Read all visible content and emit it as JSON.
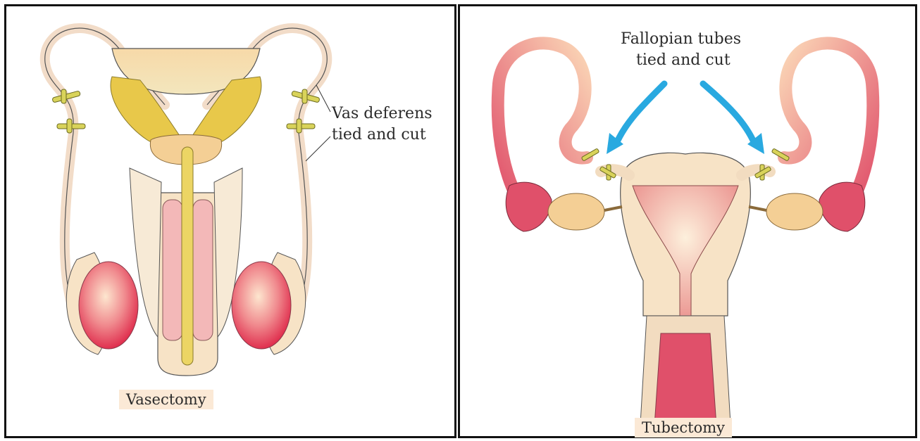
{
  "left_panel": {
    "label_line1": "Vas deferens",
    "label_line2": "tied and cut",
    "caption": "Vasectomy"
  },
  "right_panel": {
    "label_line1": "Fallopian tubes",
    "label_line2": "tied and cut",
    "caption": "Tubectomy"
  },
  "colors": {
    "skin": "#f7e3c6",
    "gland": "#e8c84a",
    "testis": "#e8506a",
    "tube_pink": "#e86a7a",
    "arrow": "#29a9e0",
    "tie": "#c8c33a"
  }
}
